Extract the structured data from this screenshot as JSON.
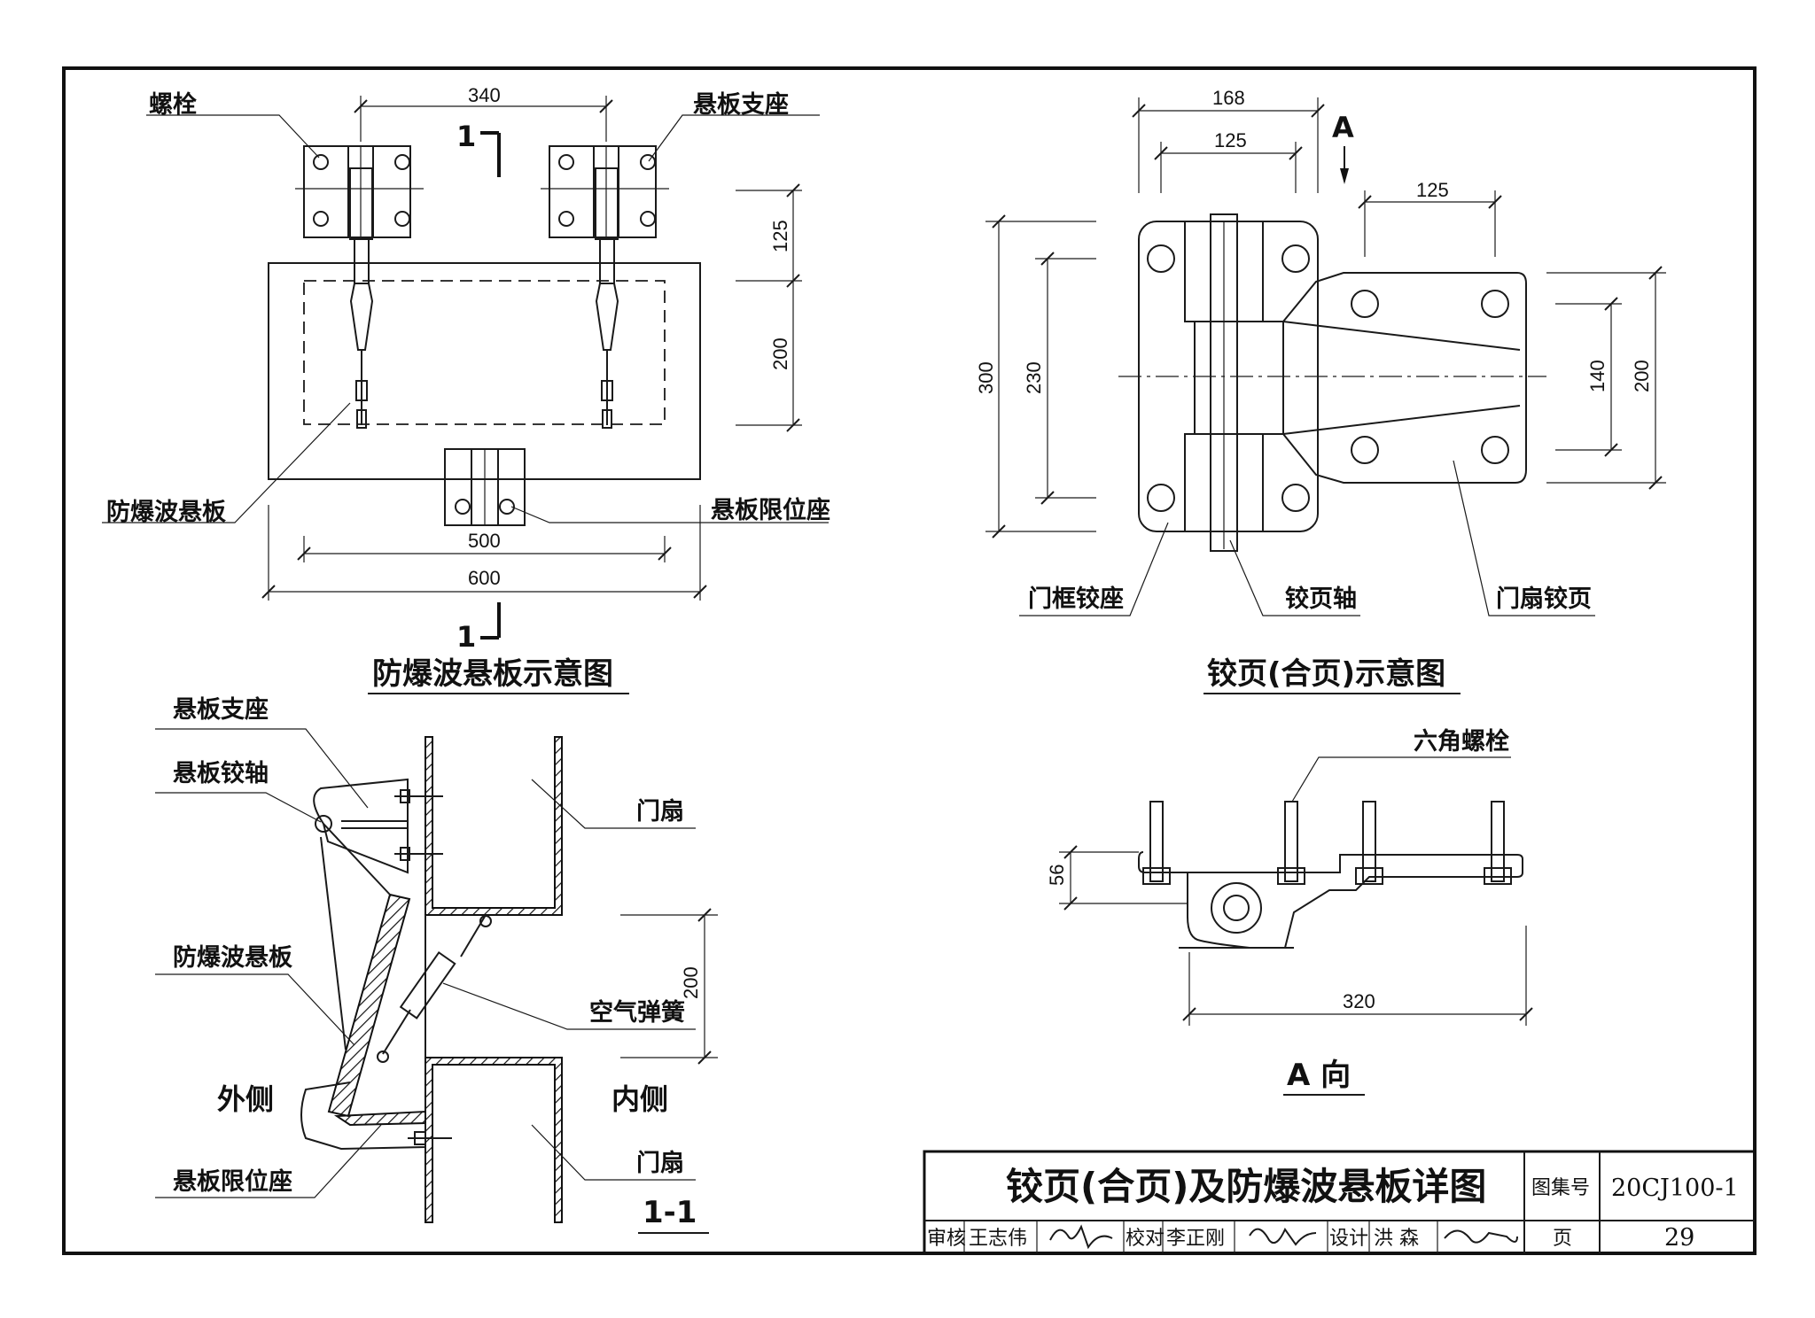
{
  "drawing": {
    "top_left": {
      "title": "防爆波悬板示意图",
      "labels": {
        "bolt": "螺栓",
        "support": "悬板支座",
        "plate": "防爆波悬板",
        "limit_seat": "悬板限位座"
      },
      "dims": {
        "top": "340",
        "inner": "500",
        "outer": "600",
        "v_upper": "125",
        "v_lower": "200"
      },
      "section_mark": "1"
    },
    "top_right": {
      "title": "铰页(合页)示意图",
      "labels": {
        "frame_seat": "门框铰座",
        "axle": "铰页轴",
        "leaf": "门扇铰页",
        "view_mark": "A"
      },
      "dims": {
        "w168": "168",
        "w125": "125",
        "w125b": "125",
        "h300": "300",
        "h230": "230",
        "h140": "140",
        "h200": "200"
      }
    },
    "section": {
      "title": "1-1",
      "labels": {
        "support": "悬板支座",
        "pivot": "悬板铰轴",
        "plate": "防爆波悬板",
        "limit_seat": "悬板限位座",
        "door1": "门扇",
        "door2": "门扇",
        "spring": "空气弹簧",
        "outside": "外侧",
        "inside": "内侧"
      },
      "dims": {
        "h200": "200"
      }
    },
    "view_a": {
      "title": "A 向",
      "labels": {
        "hex_bolt": "六角螺栓"
      },
      "dims": {
        "h56": "56",
        "w320": "320"
      }
    }
  },
  "title_block": {
    "name": "铰页(合页)及防爆波悬板详图",
    "atlas_label": "图集号",
    "atlas_no": "20CJ100-1",
    "review_label": "审核",
    "reviewer": "王志伟",
    "check_label": "校对",
    "checker": "李正刚",
    "design_label": "设计",
    "designer": "洪 森",
    "page_label": "页",
    "page_no": "29"
  }
}
